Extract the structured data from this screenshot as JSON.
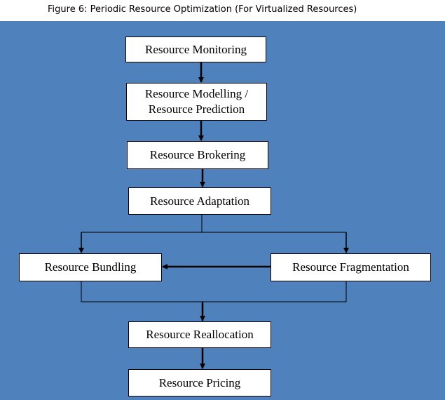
{
  "caption": "Figure 6: Periodic Resource Optimization (For Virtualized Resources)",
  "colors": {
    "background": "#4f81bd",
    "node_fill": "#ffffff",
    "line": "#000000"
  },
  "nodes": {
    "monitoring": "Resource Monitoring",
    "modelling": "Resource Modelling /\nResource Prediction",
    "brokering": "Resource Brokering",
    "adaptation": "Resource Adaptation",
    "bundling": "Resource Bundling",
    "fragmentation": "Resource Fragmentation",
    "reallocation": "Resource Reallocation",
    "pricing": "Resource Pricing"
  }
}
